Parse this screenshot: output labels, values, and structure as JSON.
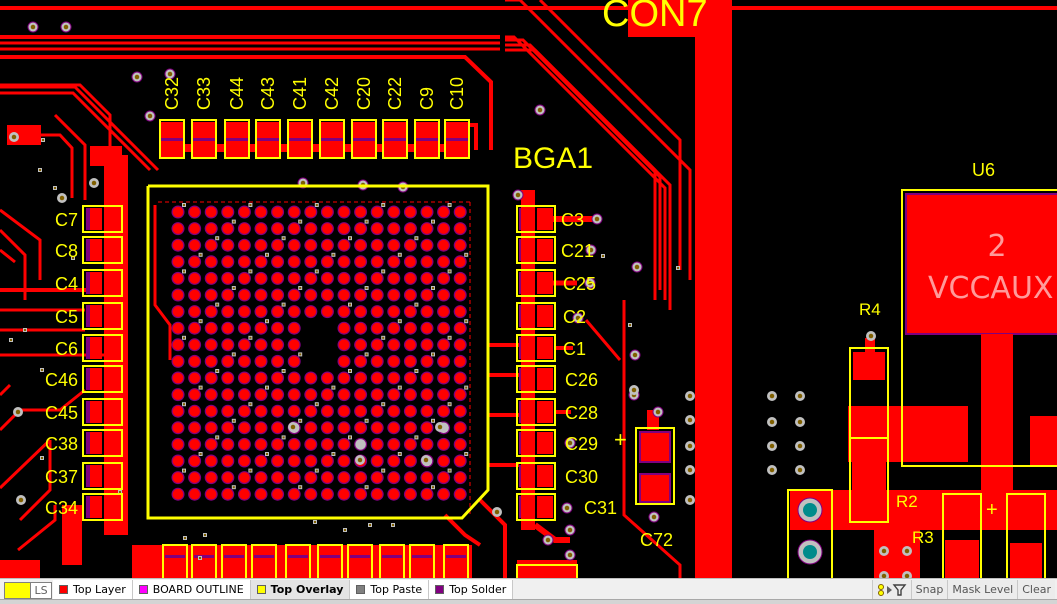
{
  "colors": {
    "top_layer": "#ff0000",
    "board_outline": "#ff00ff",
    "top_overlay": "#ffff00",
    "top_paste": "#808080",
    "top_solder": "#800080",
    "via_ring": "#c0c0c0",
    "via_hole": "#806000",
    "pad_mask": "#800080",
    "through_hole": "#008b8b",
    "background": "#000000"
  },
  "pcb": {
    "labels": {
      "con7": "CON7",
      "bga1": "BGA1",
      "u6": "U6",
      "u6_pad_number": "2",
      "u6_pad_net": "VCCAUX",
      "r4": "R4",
      "r2": "R2",
      "r3": "R3",
      "c72": "C72",
      "plus_c72": "+",
      "plus_r3": "+"
    },
    "top_caps": [
      "C32",
      "C33",
      "C44",
      "C43",
      "C41",
      "C42",
      "C20",
      "C22",
      "C9",
      "C10"
    ],
    "left_caps": [
      "C7",
      "C8",
      "C4",
      "C5",
      "C6",
      "C46",
      "C45",
      "C38",
      "C37",
      "C34"
    ],
    "right_caps": [
      "C3",
      "C21",
      "C25",
      "C2",
      "C1",
      "C26",
      "C28",
      "C29",
      "C30",
      "C31"
    ]
  },
  "statusbar": {
    "current_layer_label": "LS",
    "current_layer_color": "#ffff00",
    "layer_tabs": [
      {
        "label": "Top Layer",
        "color": "#ff0000",
        "active": false
      },
      {
        "label": "BOARD OUTLINE",
        "color": "#ff00ff",
        "active": false
      },
      {
        "label": "Top Overlay",
        "color": "#ffff00",
        "active": true
      },
      {
        "label": "Top Paste",
        "color": "#808080",
        "active": false
      },
      {
        "label": "Top Solder",
        "color": "#800080",
        "active": false
      }
    ],
    "tools": {
      "snap": "Snap",
      "mask_level": "Mask Level",
      "clear": "Clear"
    }
  }
}
